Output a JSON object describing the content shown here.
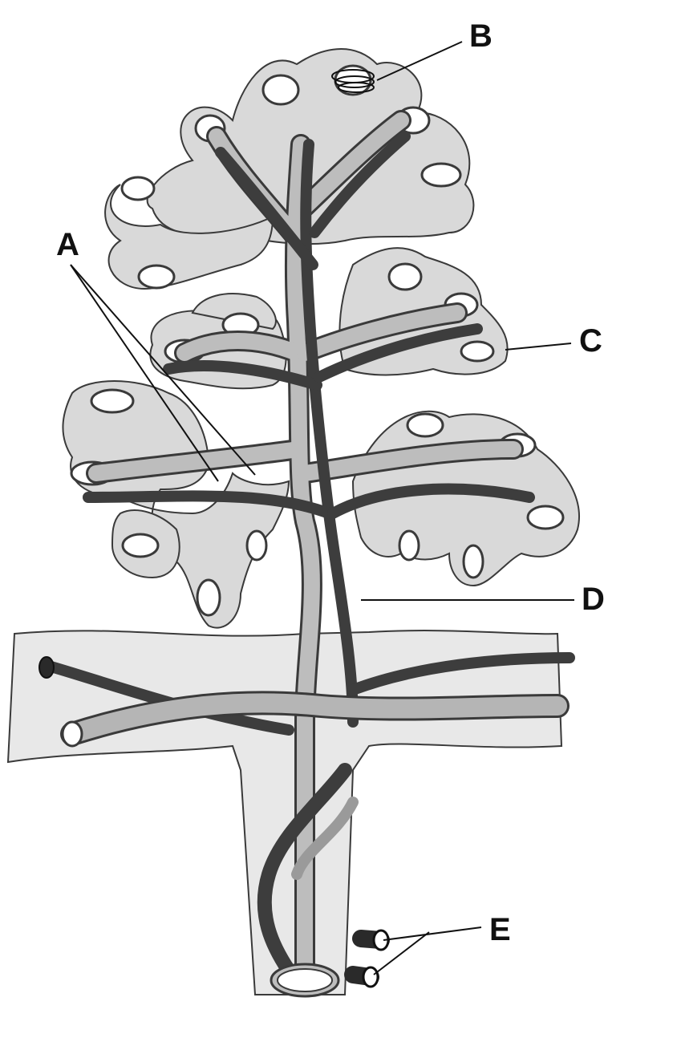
{
  "labels": {
    "a": "A",
    "b": "B",
    "c": "C",
    "d": "D",
    "e": "E"
  },
  "colors": {
    "tissue": "#d9d9d9",
    "tissue_outline": "#3a3a3a",
    "lumen": "#ffffff",
    "duct": "#bdbdbd",
    "vessel_dark": "#3d3d3d",
    "vessel_mid": "#9a9a9a",
    "ink": "#111111"
  }
}
